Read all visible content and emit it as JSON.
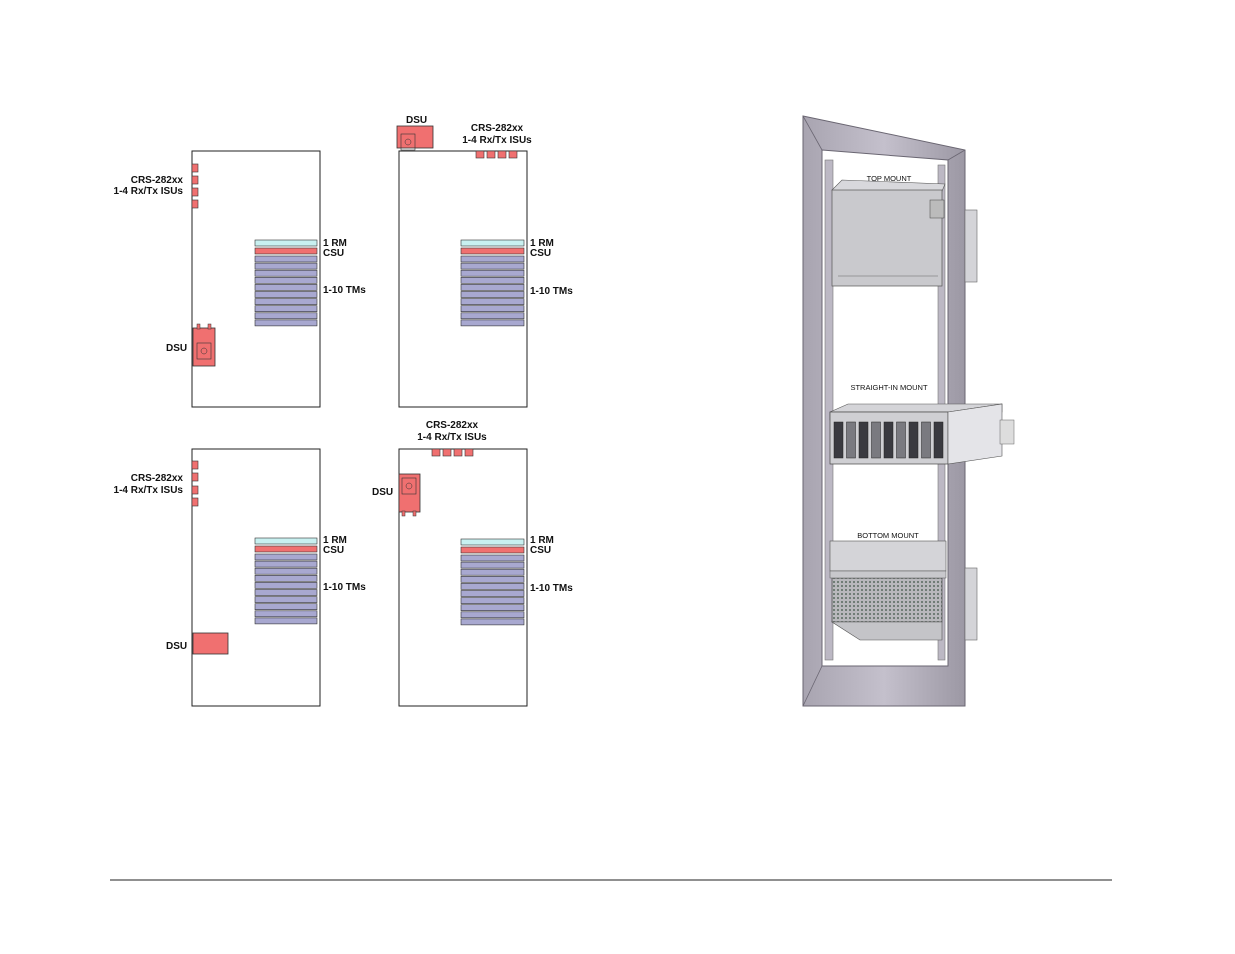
{
  "layouts": [
    {
      "dsu_label": "DSU",
      "isu_label_1": "CRS-282xx",
      "isu_label_2": "1-4 Rx/Tx ISUs",
      "rm_label": "1 RM",
      "csu_label": "CSU",
      "tm_label": "1-10 TMs"
    },
    {
      "dsu_label": "DSU",
      "isu_label_1": "CRS-282xx",
      "isu_label_2": "1-4 Rx/Tx ISUs",
      "rm_label": "1 RM",
      "csu_label": "CSU",
      "tm_label": "1-10 TMs"
    },
    {
      "dsu_label": "DSU",
      "isu_label_1": "CRS-282xx",
      "isu_label_2": "1-4 Rx/Tx ISUs",
      "rm_label": "1 RM",
      "csu_label": "CSU",
      "tm_label": "1-10 TMs"
    },
    {
      "dsu_label": "DSU",
      "isu_label_1": "CRS-282xx",
      "isu_label_2": "1-4 Rx/Tx ISUs",
      "rm_label": "1 RM",
      "csu_label": "CSU",
      "tm_label": "1-10 TMs"
    }
  ],
  "rack": {
    "top_label": "TOP MOUNT",
    "middle_label": "STRAIGHT-IN MOUNT",
    "bottom_label": "BOTTOM MOUNT"
  },
  "colors": {
    "dsu_fill": "#f07070",
    "rm_fill": "#c8f0f0",
    "csu_fill": "#f07070",
    "tm_fill": "#a8a8d0",
    "rack_frame": "#b4b0bc",
    "chassis": "#c8c8cc"
  }
}
